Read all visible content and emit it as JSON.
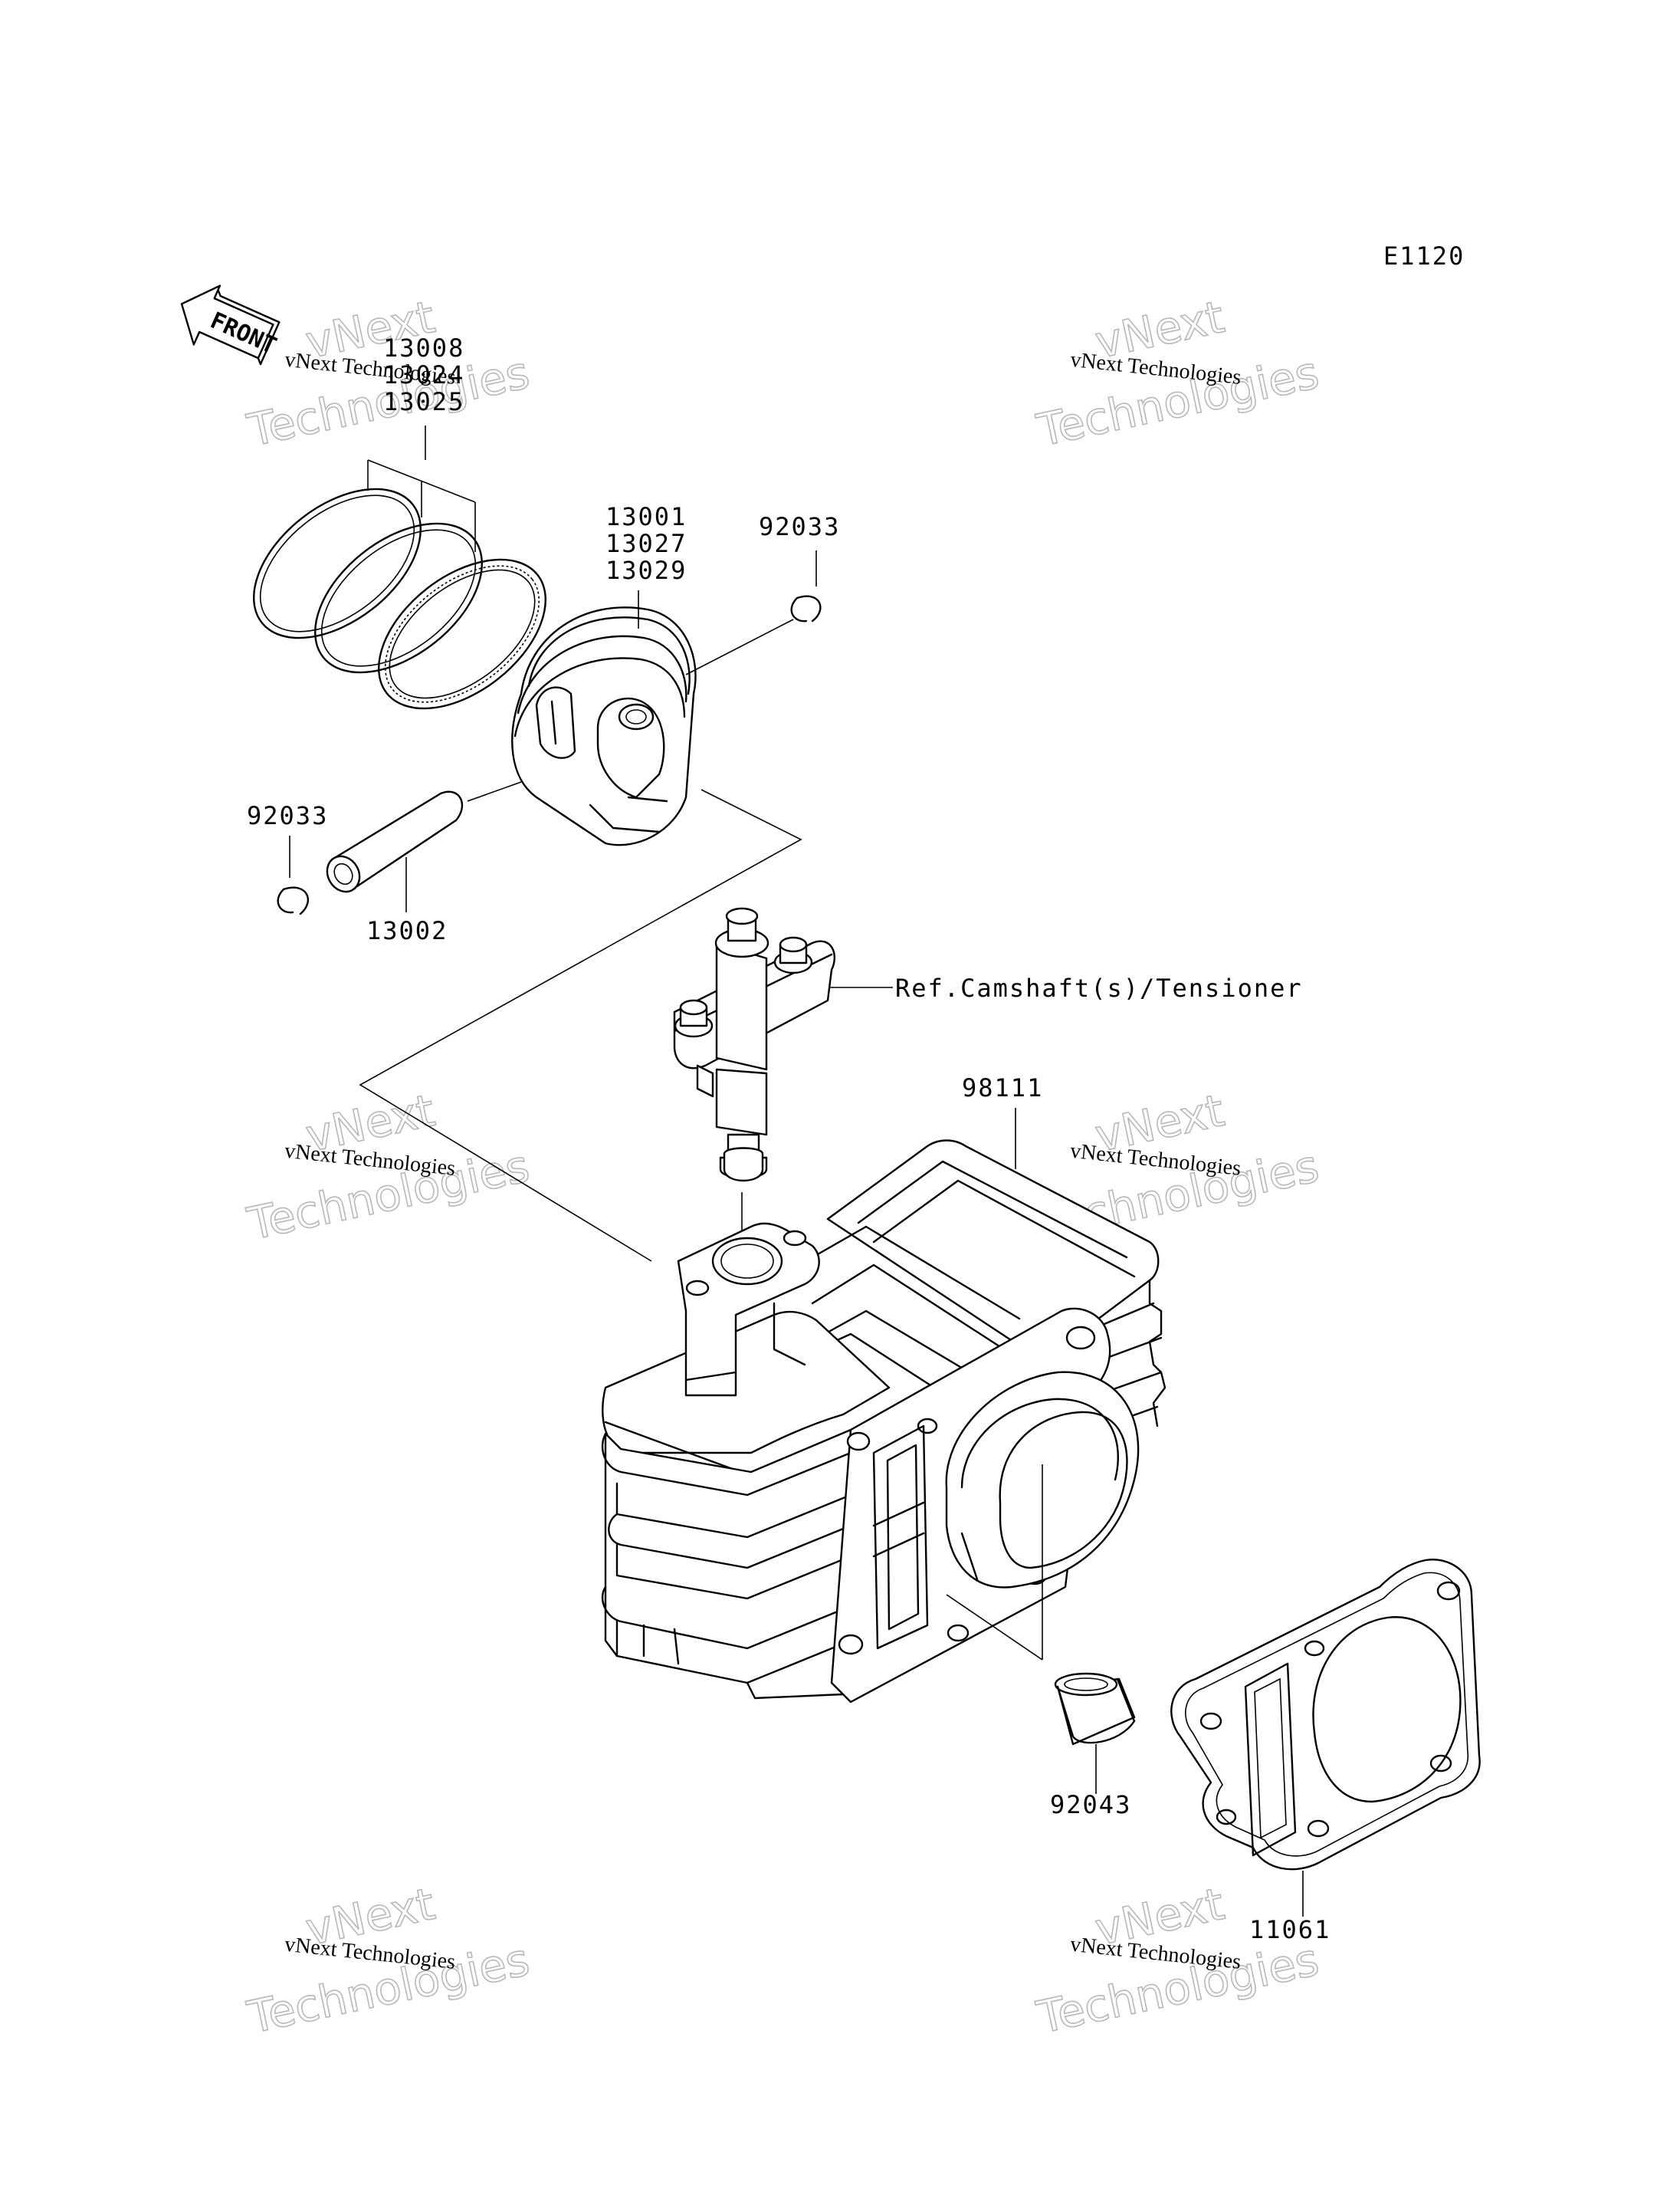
{
  "diagram_code": "E1120",
  "front_arrow_label": "FRONT",
  "watermark": {
    "small_text": "vNext Technologies",
    "big_line1": "vNext",
    "big_line2": "Technologies"
  },
  "callouts": {
    "rings": [
      "13008",
      "13024",
      "13025"
    ],
    "piston": [
      "13001",
      "13027",
      "13029"
    ],
    "clip_top": "92033",
    "clip_left": "92033",
    "pin": "13002",
    "tensioner_ref": "Ref.Camshaft(s)/Tensioner",
    "cylinder": "98111",
    "dowel": "92043",
    "gasket": "11061"
  }
}
